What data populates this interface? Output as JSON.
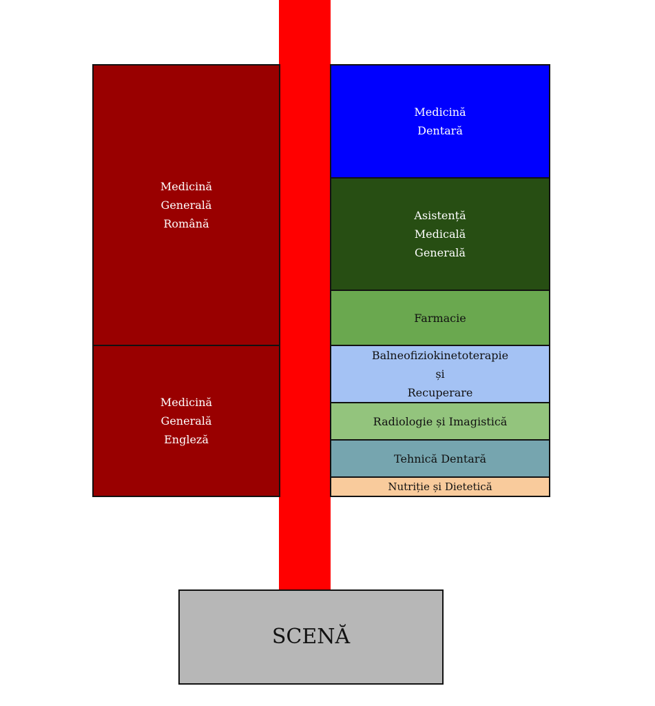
{
  "layout_sections": {
    "aisle_color": "#ff0000",
    "left": [
      {
        "label": "Medicină\nGenerală\nRomână",
        "color": "#990000",
        "text_color": "#ffffff"
      },
      {
        "label": "Medicină\nGenerală\nEngleză",
        "color": "#990000",
        "text_color": "#ffffff"
      }
    ],
    "right": [
      {
        "label": "Medicină\nDentară",
        "color": "#0000ff",
        "text_color": "#ffffff"
      },
      {
        "label": "Asistență\nMedicală\nGenerală",
        "color": "#274e13",
        "text_color": "#ffffff"
      },
      {
        "label": "Farmacie",
        "color": "#6aa84f",
        "text_color": "#111111"
      },
      {
        "label": "Balneofiziokinetoterapie\nși\nRecuperare",
        "color": "#a4c2f4",
        "text_color": "#111111"
      },
      {
        "label": "Radiologie și Imagistică",
        "color": "#93c47d",
        "text_color": "#111111"
      },
      {
        "label": "Tehnică Dentară",
        "color": "#76a5af",
        "text_color": "#111111"
      },
      {
        "label": "Nutriție și Dietetică",
        "color": "#f9cb9c",
        "text_color": "#111111"
      }
    ],
    "stage": {
      "label": "SCENĂ",
      "color": "#b7b7b7"
    }
  }
}
